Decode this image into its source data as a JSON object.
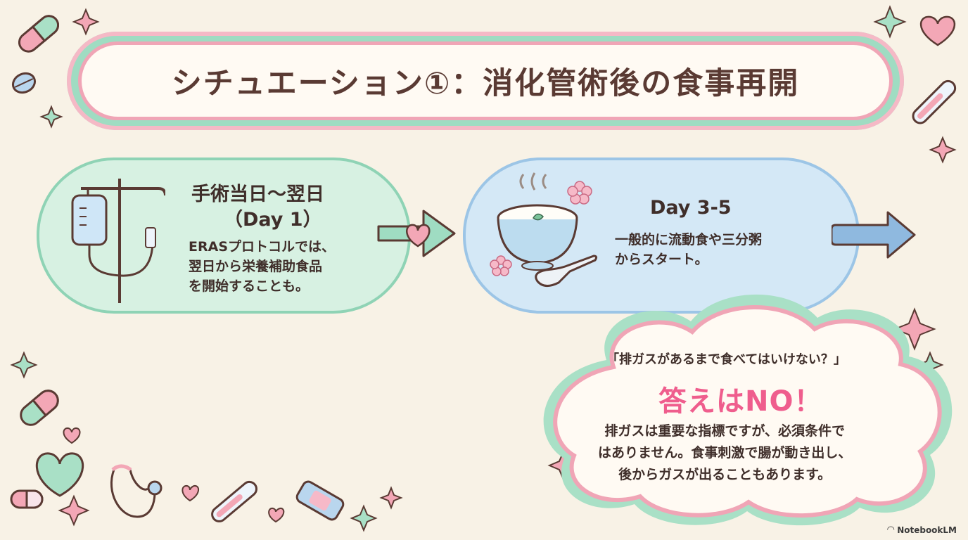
{
  "title": "シチュエーション①：消化管術後の食事再開",
  "step1": {
    "title_line1": "手術当日〜翌日",
    "title_line2": "（Day 1）",
    "body": "ERASプロトコルでは、\n翌日から栄養補助食品\nを開始することも。"
  },
  "step2": {
    "title": "Day 3-5",
    "body": "一般的に流動食や三分粥\nからスタート。"
  },
  "callout": {
    "question": "「排ガスがあるまで食べてはいけない？」",
    "answer": "答えはNO！",
    "explanation": "排ガスは重要な指標ですが、必須条件で\nはありません。食事刺激で腸が動き出し、\n後からガスが出ることもあります。"
  },
  "brand": "NotebookLM",
  "colors": {
    "background": "#f8f2e6",
    "mint": "#9fdcc2",
    "pink": "#f0a5b6",
    "blue": "#9cc5e6",
    "accent_pink": "#ef5d8d"
  },
  "icons": [
    "iv-drip-icon",
    "rice-porridge-bowl-icon",
    "spoon-icon",
    "sakura-icon",
    "pill-icon",
    "thermometer-icon",
    "stethoscope-icon",
    "bandage-icon",
    "heart-icon",
    "sparkle-icon"
  ]
}
